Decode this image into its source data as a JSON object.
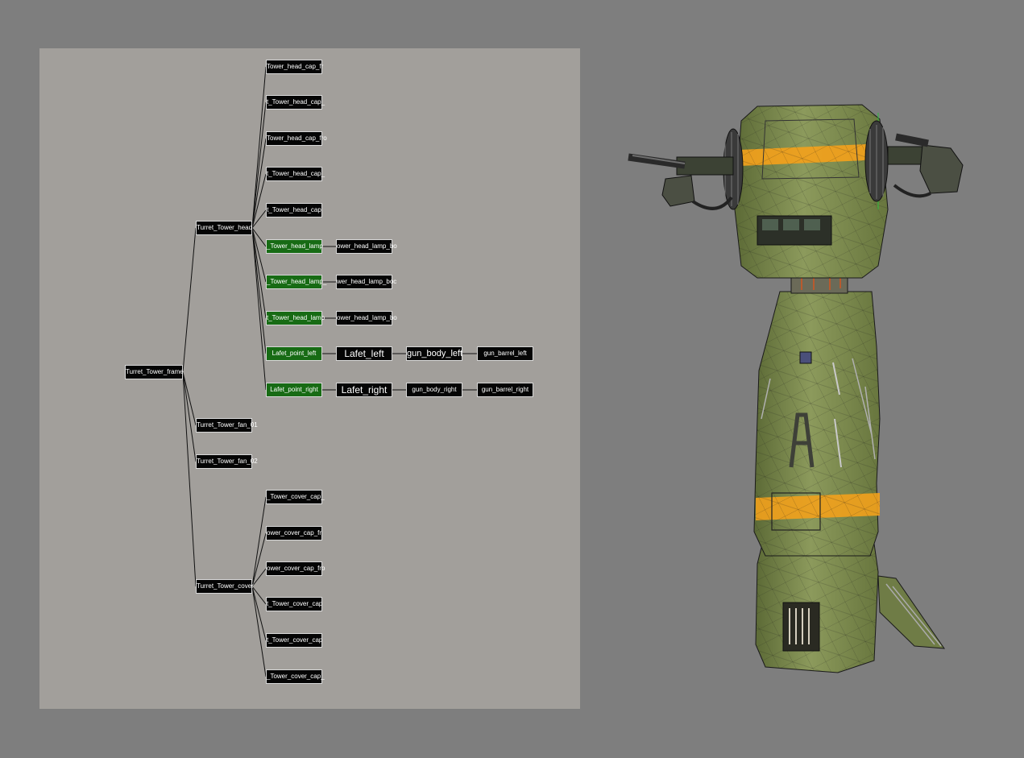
{
  "schematic": {
    "nodes": [
      {
        "id": "n-frame",
        "label": "Turret_Tower_frame"
      },
      {
        "id": "n-head",
        "label": "Turret_Tower_head"
      },
      {
        "id": "n-cap1",
        "label": "Tower_head_cap_fr"
      },
      {
        "id": "n-cap2",
        "label": "t_Tower_head_cap_"
      },
      {
        "id": "n-cap3",
        "label": "Tower_head_cap_fro"
      },
      {
        "id": "n-cap4",
        "label": "t_Tower_head_cap_"
      },
      {
        "id": "n-cap5",
        "label": "t_Tower_head_cap"
      },
      {
        "id": "n-lamp1",
        "label": "_Tower_head_lamp"
      },
      {
        "id": "n-lampb1",
        "label": "ower_head_lamp_bo"
      },
      {
        "id": "n-lamp2",
        "label": "_Tower_head_lamp_"
      },
      {
        "id": "n-lampb2",
        "label": "wer_head_lamp_boc"
      },
      {
        "id": "n-lamp3",
        "label": "t_Tower_head_lamp"
      },
      {
        "id": "n-lampb3",
        "label": "ower_head_lamp_bo"
      },
      {
        "id": "n-lpl",
        "label": "Lafet_point_left"
      },
      {
        "id": "n-ll",
        "label": "Lafet_left"
      },
      {
        "id": "n-gbl",
        "label": "gun_body_left"
      },
      {
        "id": "n-gbrl",
        "label": "gun_barrel_left"
      },
      {
        "id": "n-lpr",
        "label": "Lafet_point_right"
      },
      {
        "id": "n-lr",
        "label": "Lafet_right"
      },
      {
        "id": "n-gbr",
        "label": "gun_body_right"
      },
      {
        "id": "n-gbrr",
        "label": "gun_barrel_right"
      },
      {
        "id": "n-fan1",
        "label": "Turret_Tower_fan_01"
      },
      {
        "id": "n-fan2",
        "label": "Turret_Tower_fan_02"
      },
      {
        "id": "n-cover",
        "label": "Turret_Tower_cover"
      },
      {
        "id": "n-cc1",
        "label": "_Tower_cover_cap_"
      },
      {
        "id": "n-cc2",
        "label": "ower_cover_cap_fr"
      },
      {
        "id": "n-cc3",
        "label": "ower_cover_cap_fro"
      },
      {
        "id": "n-cc4",
        "label": "t_Tower_cover_cap"
      },
      {
        "id": "n-cc5",
        "label": "t_Tower_cover_cap"
      },
      {
        "id": "n-cc6",
        "label": "_Tower_cover_cap_"
      }
    ],
    "links": [
      [
        "n-frame",
        "n-head"
      ],
      [
        "n-frame",
        "n-fan1"
      ],
      [
        "n-frame",
        "n-fan2"
      ],
      [
        "n-frame",
        "n-cover"
      ],
      [
        "n-head",
        "n-cap1"
      ],
      [
        "n-head",
        "n-cap2"
      ],
      [
        "n-head",
        "n-cap3"
      ],
      [
        "n-head",
        "n-cap4"
      ],
      [
        "n-head",
        "n-cap5"
      ],
      [
        "n-head",
        "n-lamp1"
      ],
      [
        "n-head",
        "n-lamp2"
      ],
      [
        "n-head",
        "n-lamp3"
      ],
      [
        "n-head",
        "n-lpl"
      ],
      [
        "n-head",
        "n-lpr"
      ],
      [
        "n-lamp1",
        "n-lampb1"
      ],
      [
        "n-lamp2",
        "n-lampb2"
      ],
      [
        "n-lamp3",
        "n-lampb3"
      ],
      [
        "n-lpl",
        "n-ll"
      ],
      [
        "n-ll",
        "n-gbl"
      ],
      [
        "n-gbl",
        "n-gbrl"
      ],
      [
        "n-lpr",
        "n-lr"
      ],
      [
        "n-lr",
        "n-gbr"
      ],
      [
        "n-gbr",
        "n-gbrr"
      ],
      [
        "n-cover",
        "n-cc1"
      ],
      [
        "n-cover",
        "n-cc2"
      ],
      [
        "n-cover",
        "n-cc3"
      ],
      [
        "n-cover",
        "n-cc4"
      ],
      [
        "n-cover",
        "n-cc5"
      ],
      [
        "n-cover",
        "n-cc6"
      ]
    ],
    "selected": [
      "n-lamp1",
      "n-lamp2",
      "n-lamp3",
      "n-lpl",
      "n-lpr"
    ]
  },
  "viewport": {
    "body_color": "#7c8a4e",
    "stripe_color": "#f2a11c",
    "wire_color": "#1a1a1a"
  },
  "colors": {
    "background": "#7e7e7e",
    "schematic_bg": "#a29f9b",
    "node_bg": "#050505",
    "node_selected_bg": "#176b14",
    "node_border": "#d8d8d8",
    "link_color": "#111111"
  }
}
